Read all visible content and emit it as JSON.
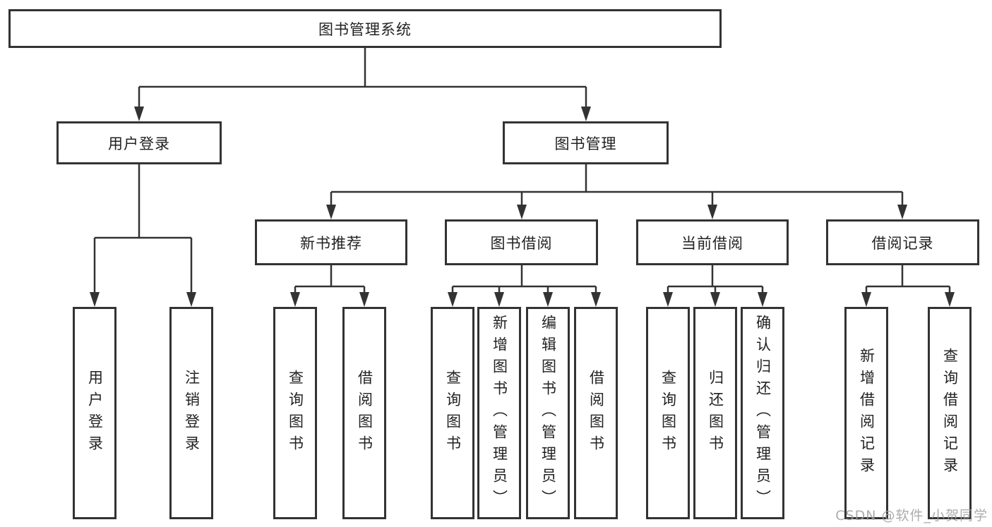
{
  "tree": {
    "root": {
      "label": "图书管理系统"
    },
    "branches": [
      {
        "label": "用户登录",
        "children": [
          {
            "label": "用户登录"
          },
          {
            "label": "注销登录"
          }
        ]
      },
      {
        "label": "图书管理",
        "children": [
          {
            "label": "新书推荐",
            "children": [
              {
                "label": "查询图书"
              },
              {
                "label": "借阅图书"
              }
            ]
          },
          {
            "label": "图书借阅",
            "children": [
              {
                "label": "查询图书"
              },
              {
                "label": "新增图书（管理员）"
              },
              {
                "label": "编辑图书（管理员）"
              },
              {
                "label": "借阅图书"
              }
            ]
          },
          {
            "label": "当前借阅",
            "children": [
              {
                "label": "查询图书"
              },
              {
                "label": "归还图书"
              },
              {
                "label": "确认归还（管理员）"
              }
            ]
          },
          {
            "label": "借阅记录",
            "children": [
              {
                "label": "新增借阅记录"
              },
              {
                "label": "查询借阅记录"
              }
            ]
          }
        ]
      }
    ]
  },
  "watermark": {
    "text": "CSDN @软件_小贺同学"
  },
  "colors": {
    "line": "#333333",
    "box_border": "#333333",
    "text": "#222222",
    "background": "#ffffff",
    "watermark": "#9e9e9e"
  }
}
